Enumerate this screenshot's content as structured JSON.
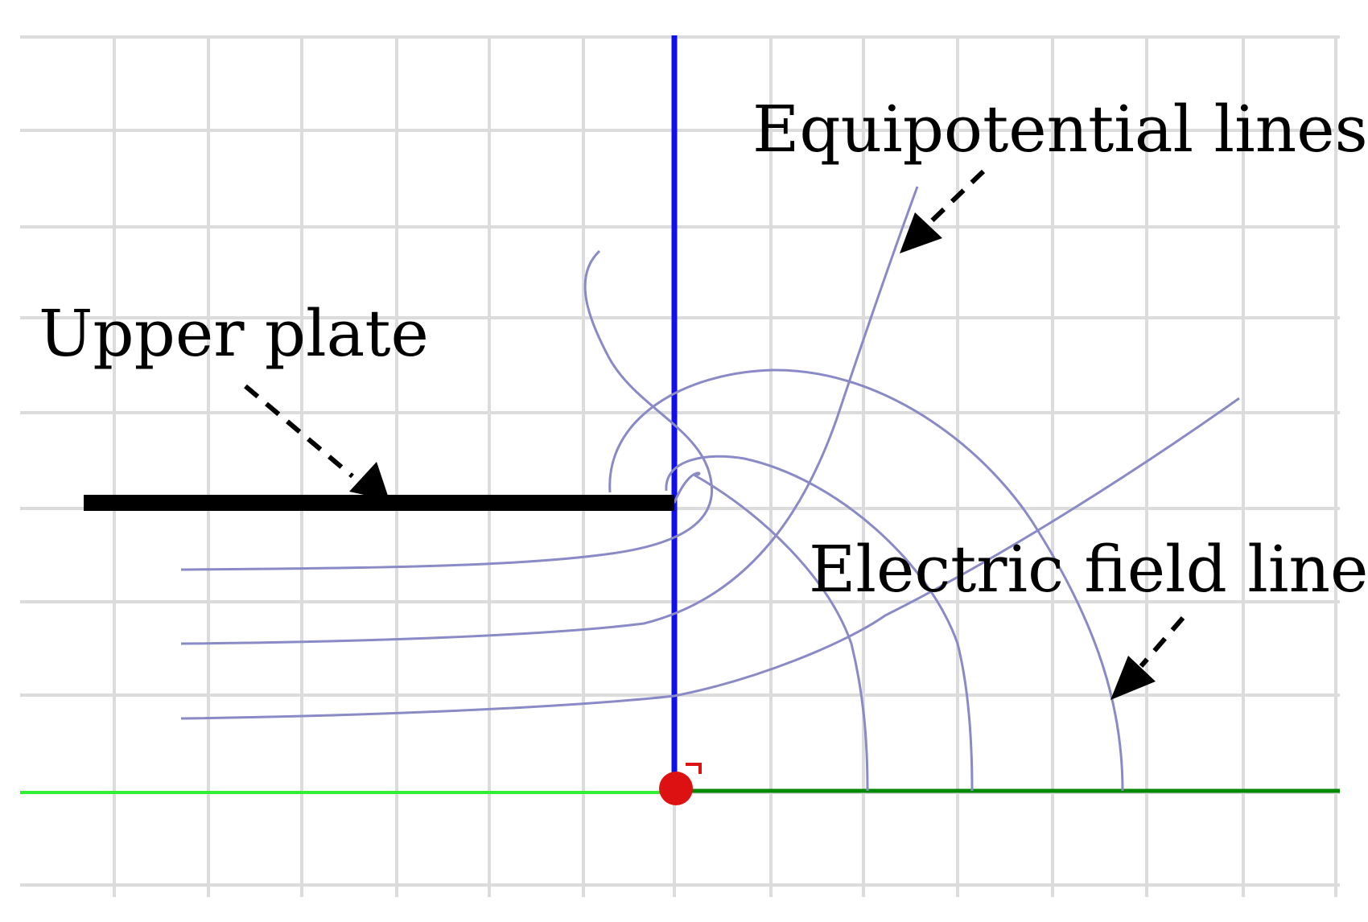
{
  "labels": {
    "upper_plate": "Upper plate",
    "equipotential": "Equipotential lines",
    "field_lines": "Electric field lines"
  },
  "colors": {
    "background": "#ffffff",
    "grid": "#dcdcdc",
    "vertical_axis": "#1010ee",
    "horizontal_axis_left": "#33ee33",
    "horizontal_axis_right": "#008800",
    "plate": "#000000",
    "curves": "#8a8ac6",
    "arrows": "#000000",
    "origin_marker": "#dd1111"
  }
}
